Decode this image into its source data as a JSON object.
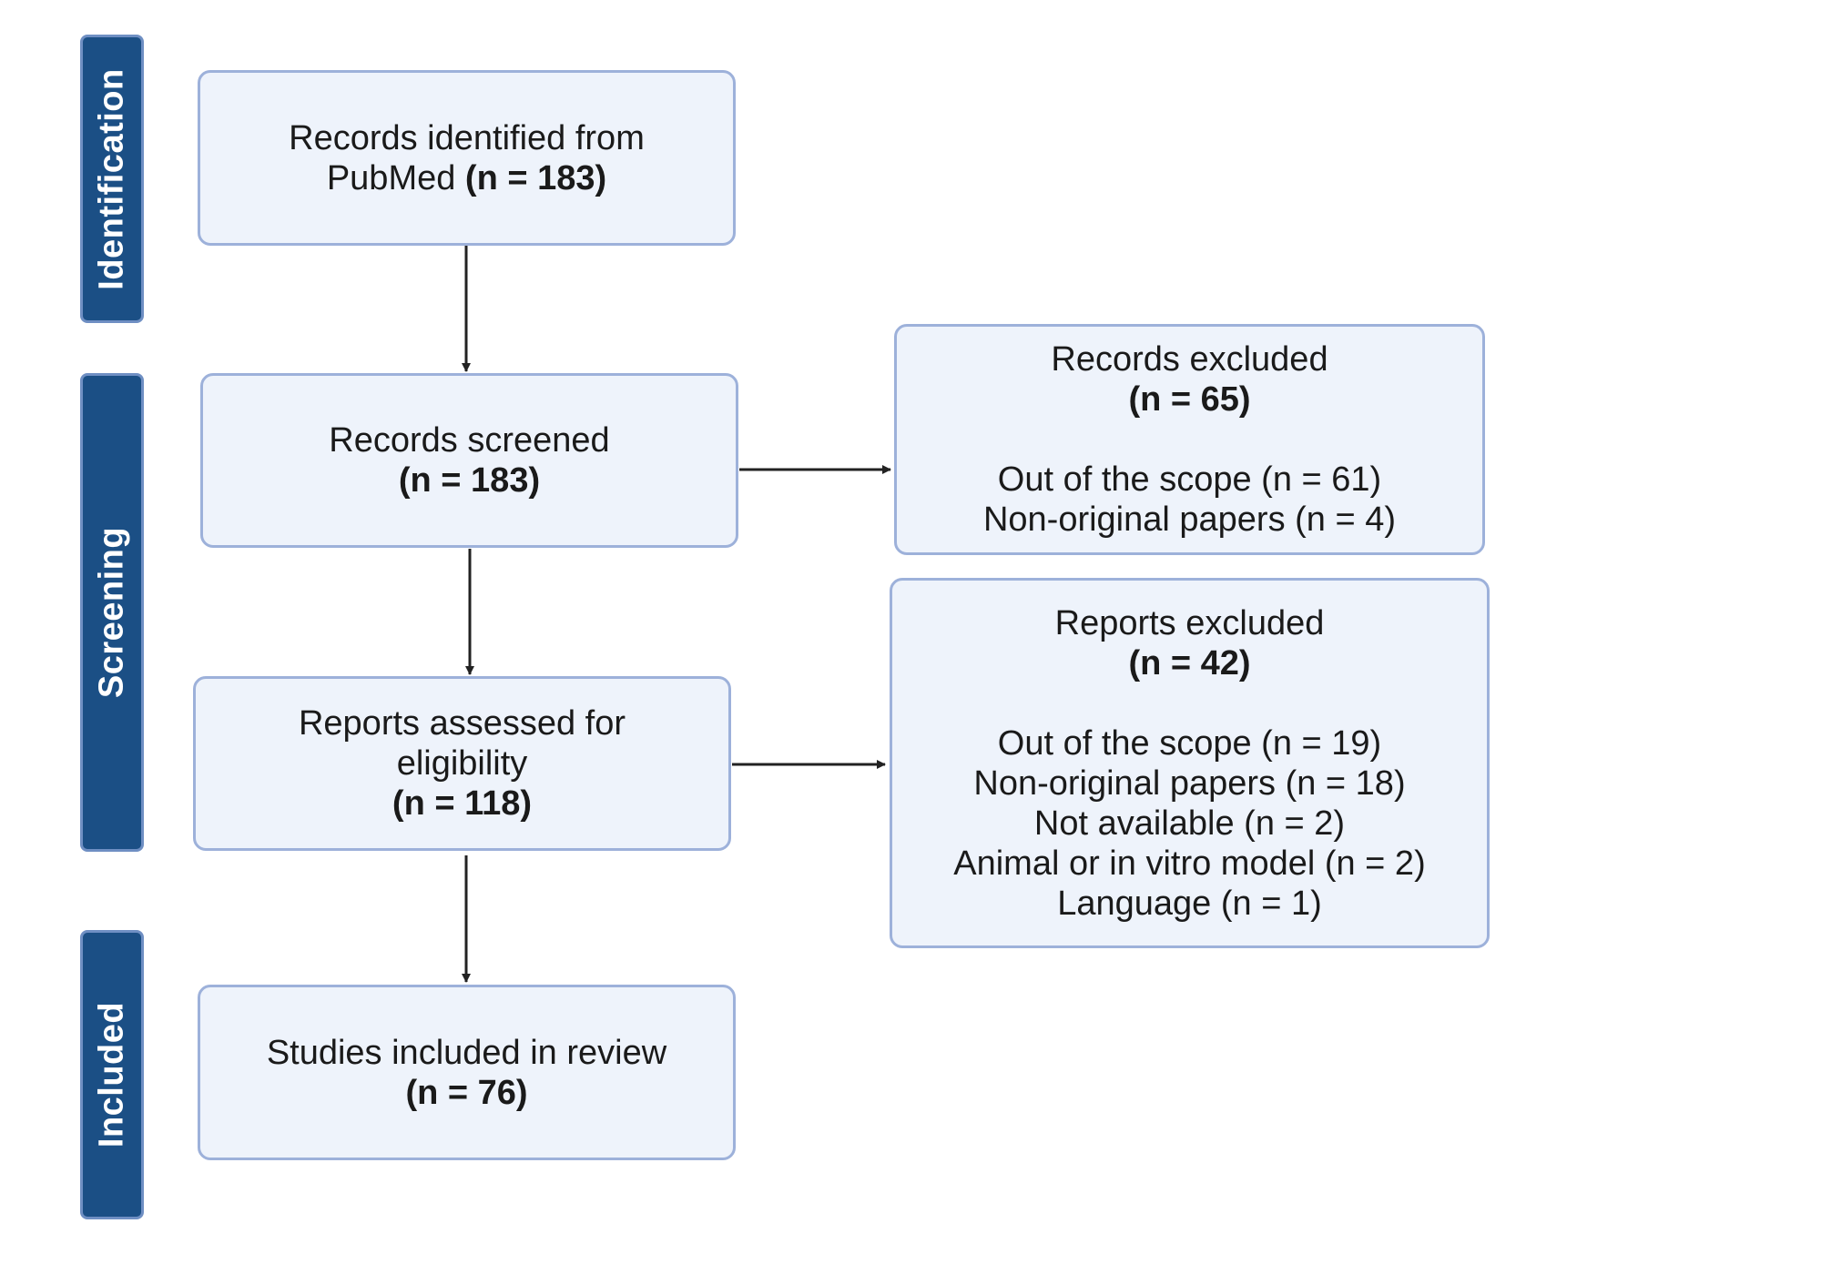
{
  "phases": {
    "identification": "Identification",
    "screening": "Screening",
    "included": "Included"
  },
  "boxes": {
    "identified": {
      "line1": "Records identified from",
      "line2_text": "PubMed ",
      "line2_count": "(n =  183)"
    },
    "screened": {
      "title": "Records screened",
      "count": "(n =  183)"
    },
    "records_excluded": {
      "title": "Records excluded",
      "count": "(n = 65)",
      "reasons": [
        "Out of the scope (n = 61)",
        "Non-original papers (n = 4)"
      ]
    },
    "assessed": {
      "line1": "Reports assessed for",
      "line2": "eligibility",
      "count": "(n = 118)"
    },
    "reports_excluded": {
      "title": "Reports excluded",
      "count": "(n = 42)",
      "reasons": [
        "Out of the scope (n = 19)",
        "Non-original papers (n = 18)",
        "Not available (n = 2)",
        "Animal or in vitro model (n = 2)",
        "Language (n = 1)"
      ]
    },
    "included": {
      "title": "Studies included in review",
      "count": "(n = 76)"
    }
  },
  "colors": {
    "phase_fill": "#1b4f85",
    "phase_border": "#6f8fc3",
    "box_fill": "#eef3fb",
    "box_border": "#9db1da",
    "arrow": "#222222"
  }
}
